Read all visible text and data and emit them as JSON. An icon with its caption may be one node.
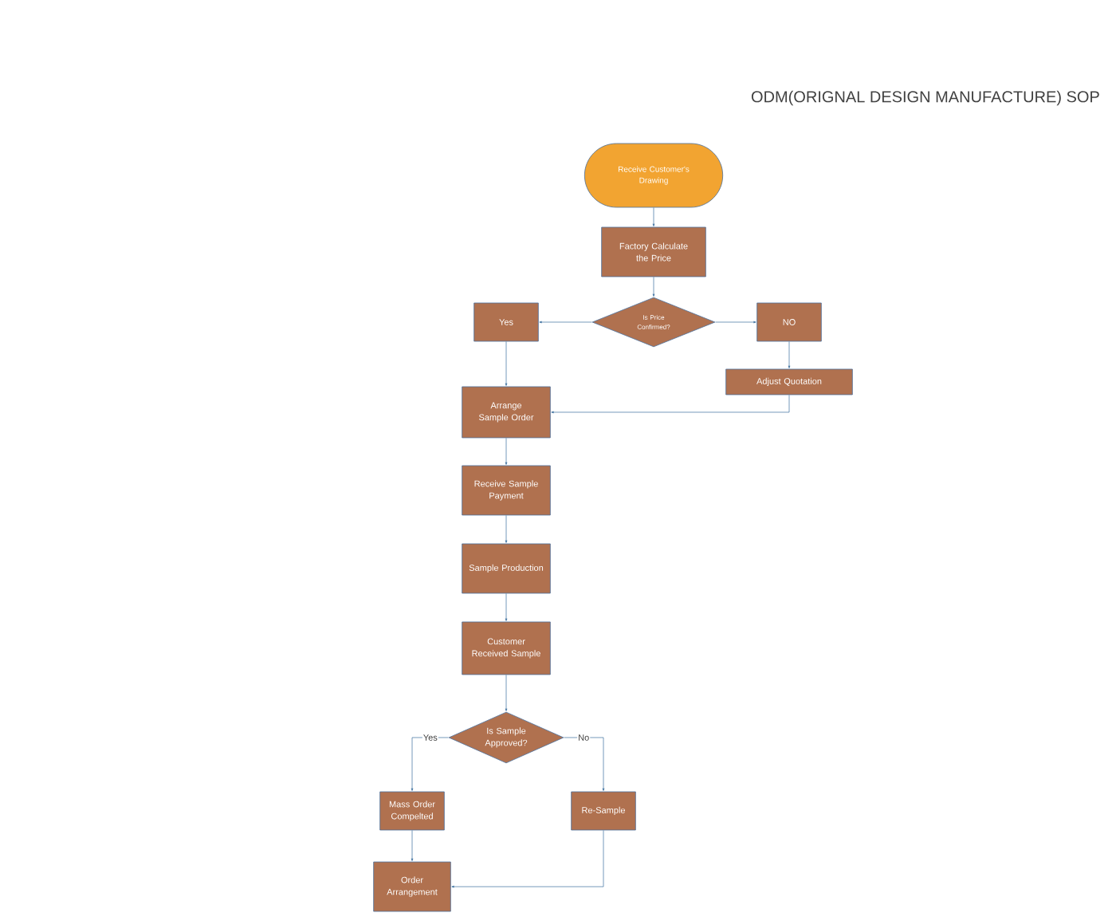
{
  "diagram": {
    "title": "ODM(ORIGNAL DESIGN MANUFACTURE) SOP",
    "nodes": [
      {
        "text": [
          "Receive Customer's Drawing"
        ]
      },
      {
        "text": [
          "Factory Calculate the Price"
        ]
      },
      {
        "text": [
          "Is Price Confirmed?"
        ]
      },
      {
        "text": [
          "Yes"
        ]
      },
      {
        "text": [
          "NO"
        ]
      },
      {
        "text": [
          "Adjust Quotation"
        ]
      },
      {
        "text": [
          "Arrange Sample Order"
        ]
      },
      {
        "text": [
          "Receive Sample Payment"
        ]
      },
      {
        "text": [
          "Sample Production"
        ]
      },
      {
        "text": [
          "Customer Received Sample"
        ]
      },
      {
        "text": [
          "Is Sample Approved?"
        ]
      },
      {
        "text": [
          "Mass Order Compelted"
        ]
      },
      {
        "text": [
          "Re-Sample"
        ]
      },
      {
        "text": [
          "Order Arrangement"
        ]
      }
    ],
    "edges": [
      {
        "from": 0,
        "to": 1,
        "arrow": "to"
      },
      {
        "from": 1,
        "to": 2,
        "arrow": "to"
      },
      {
        "from": 2,
        "to": 3,
        "arrow": "to"
      },
      {
        "from": 2,
        "to": 4,
        "arrow": "to"
      },
      {
        "from": 4,
        "to": 5,
        "arrow": "to"
      },
      {
        "from": 5,
        "to": 6,
        "arrow": "to"
      },
      {
        "from": 3,
        "to": 6,
        "arrow": "to"
      },
      {
        "from": 6,
        "to": 7,
        "arrow": "to"
      },
      {
        "from": 7,
        "to": 8,
        "arrow": "to"
      },
      {
        "from": 8,
        "to": 9,
        "arrow": "to"
      },
      {
        "from": 9,
        "to": 10,
        "arrow": "to"
      },
      {
        "from": 10,
        "to": 11,
        "label": "Yes",
        "arrow": "to"
      },
      {
        "from": 10,
        "to": 12,
        "label": "No",
        "arrow": "to"
      },
      {
        "from": 11,
        "to": 13,
        "arrow": "to"
      },
      {
        "from": 12,
        "to": 13,
        "arrow": "to"
      }
    ]
  }
}
